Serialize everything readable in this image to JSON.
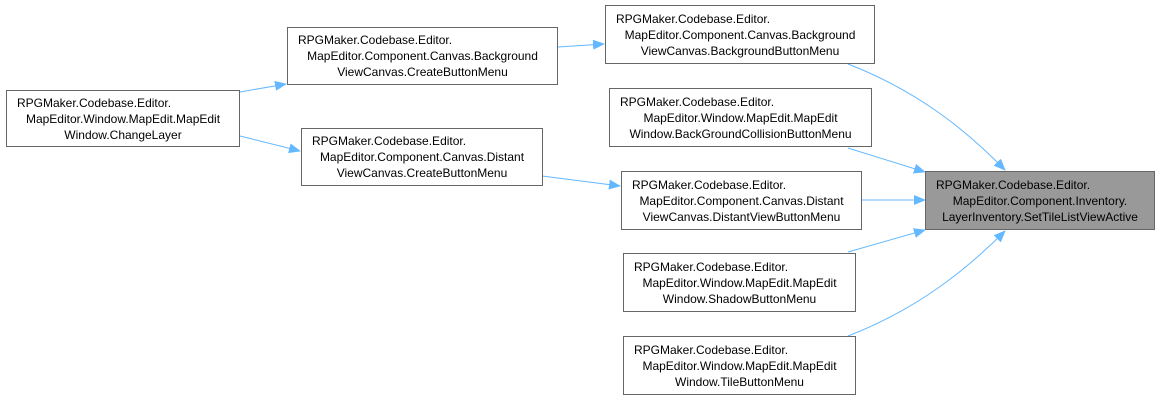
{
  "colors": {
    "edge": "#63b8ff",
    "node_border": "#666666",
    "focus_fill": "#999999",
    "node_fill": "#ffffff"
  },
  "nodes": {
    "change_layer": {
      "lines": [
        "RPGMaker.Codebase.Editor.",
        "MapEditor.Window.MapEdit.MapEdit",
        "Window.ChangeLayer"
      ]
    },
    "bg_create": {
      "lines": [
        "RPGMaker.Codebase.Editor.",
        "MapEditor.Component.Canvas.Background",
        "ViewCanvas.CreateButtonMenu"
      ]
    },
    "distant_create": {
      "lines": [
        "RPGMaker.Codebase.Editor.",
        "MapEditor.Component.Canvas.Distant",
        "ViewCanvas.CreateButtonMenu"
      ]
    },
    "bg_button": {
      "lines": [
        "RPGMaker.Codebase.Editor.",
        "MapEditor.Component.Canvas.Background",
        "ViewCanvas.BackgroundButtonMenu"
      ]
    },
    "bg_collision": {
      "lines": [
        "RPGMaker.Codebase.Editor.",
        "MapEditor.Window.MapEdit.MapEdit",
        "Window.BackGroundCollisionButtonMenu"
      ]
    },
    "distant_button": {
      "lines": [
        "RPGMaker.Codebase.Editor.",
        "MapEditor.Component.Canvas.Distant",
        "ViewCanvas.DistantViewButtonMenu"
      ]
    },
    "shadow": {
      "lines": [
        "RPGMaker.Codebase.Editor.",
        "MapEditor.Window.MapEdit.MapEdit",
        "Window.ShadowButtonMenu"
      ]
    },
    "tile": {
      "lines": [
        "RPGMaker.Codebase.Editor.",
        "MapEditor.Window.MapEdit.MapEdit",
        "Window.TileButtonMenu"
      ]
    },
    "target": {
      "lines": [
        "RPGMaker.Codebase.Editor.",
        "MapEditor.Component.Inventory.",
        "LayerInventory.SetTileListViewActive"
      ]
    }
  }
}
